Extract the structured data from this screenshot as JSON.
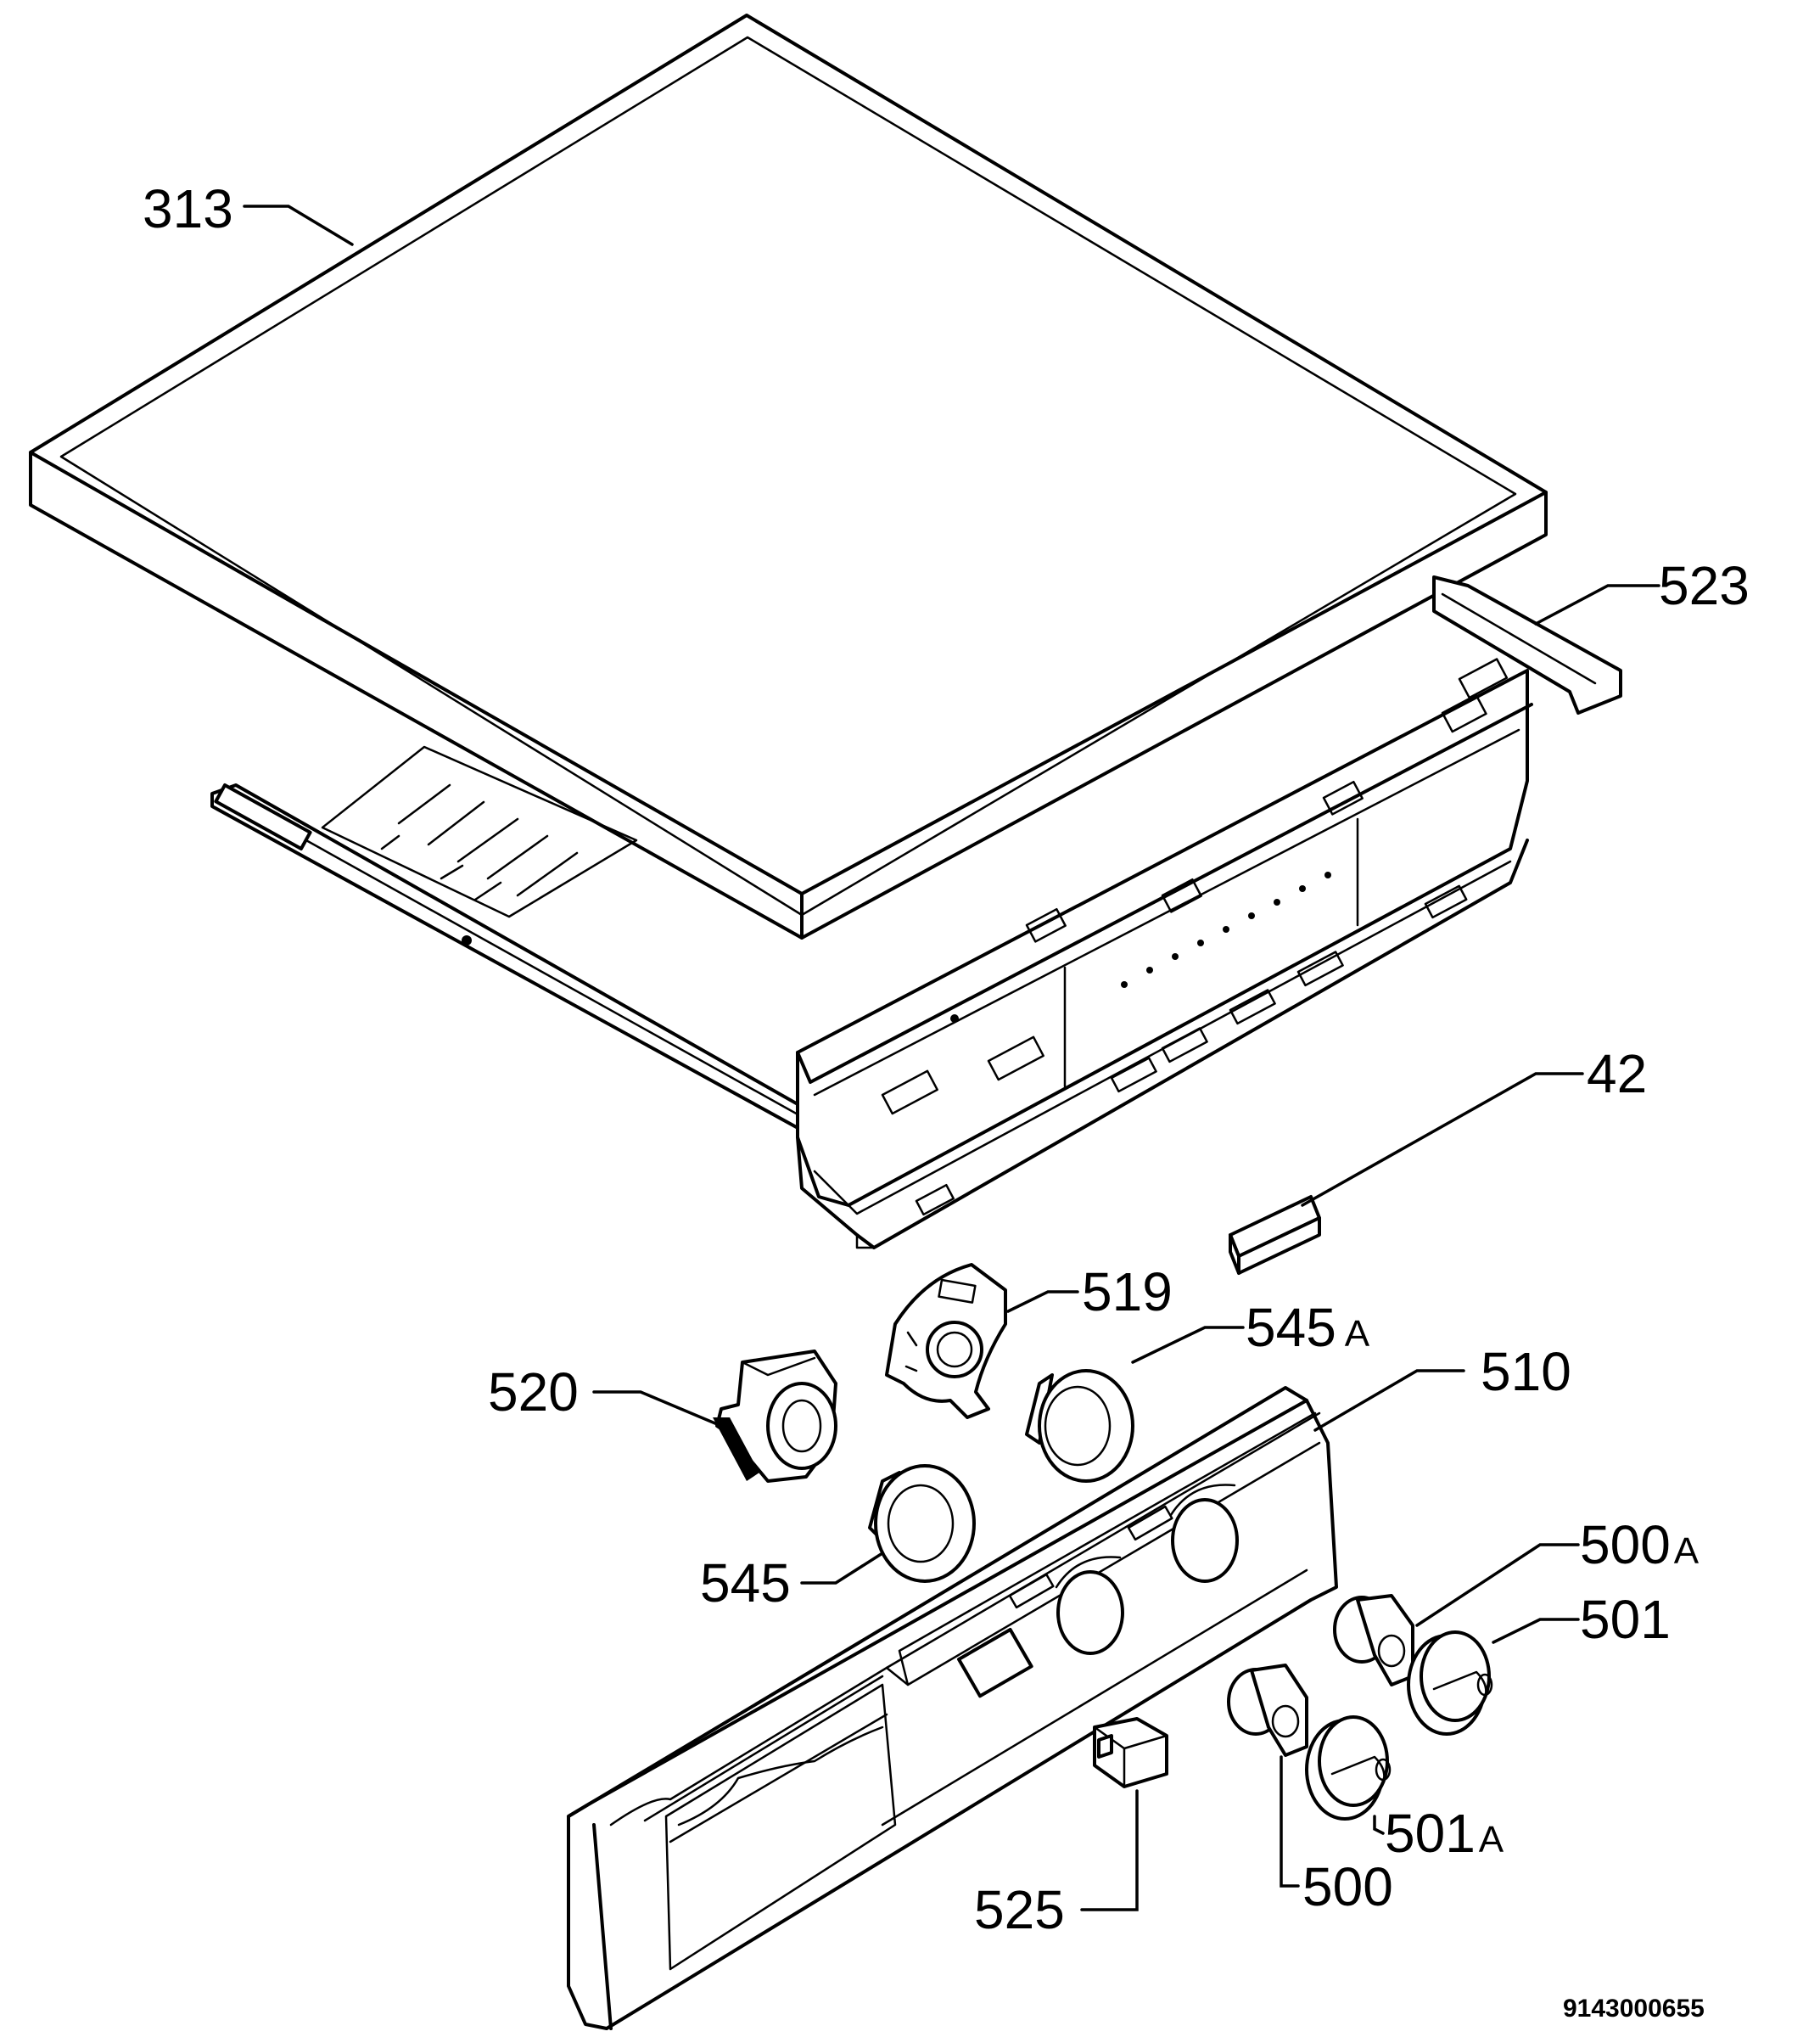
{
  "labels": {
    "l313": "313",
    "l523": "523",
    "l42": "42",
    "l519": "519",
    "l545a": "545",
    "l545a_sfx": "A",
    "l510": "510",
    "l520": "520",
    "l545": "545",
    "l500a": "500",
    "l500a_sfx": "A",
    "l501": "501",
    "l501a": "501",
    "l501a_sfx": "A",
    "l500": "500",
    "l525": "525"
  },
  "drawing_code": "9143000655"
}
